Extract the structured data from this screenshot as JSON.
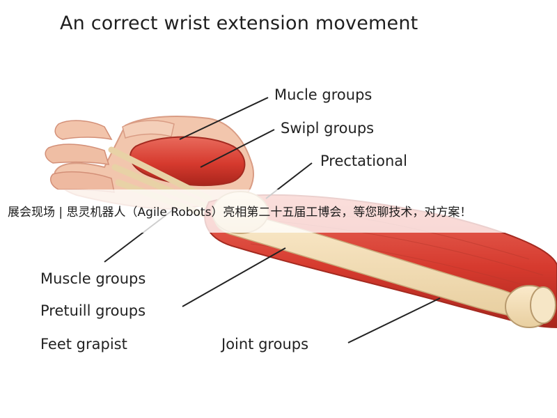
{
  "title": "An correct wrist extension movement",
  "labels": {
    "mucle_groups": "Mucle groups",
    "swipl_groups": "Swipl groups",
    "prectational": "Prectational",
    "muscle_groups": "Muscle groups",
    "pretuill_groups": "Pretuill groups",
    "feet_grapist": "Feet grapist",
    "joint_groups": "Joint groups"
  },
  "banner": {
    "text": "展会现场 | 思灵机器人（Agile Robots）亮相第二十五届工博会，等您聊技术，对方案！"
  },
  "colors": {
    "muscle": "#d9463a",
    "muscle_dark": "#b3281f",
    "tendon": "#f3dcb2",
    "skin": "#f2c8b0",
    "text": "#222222"
  }
}
